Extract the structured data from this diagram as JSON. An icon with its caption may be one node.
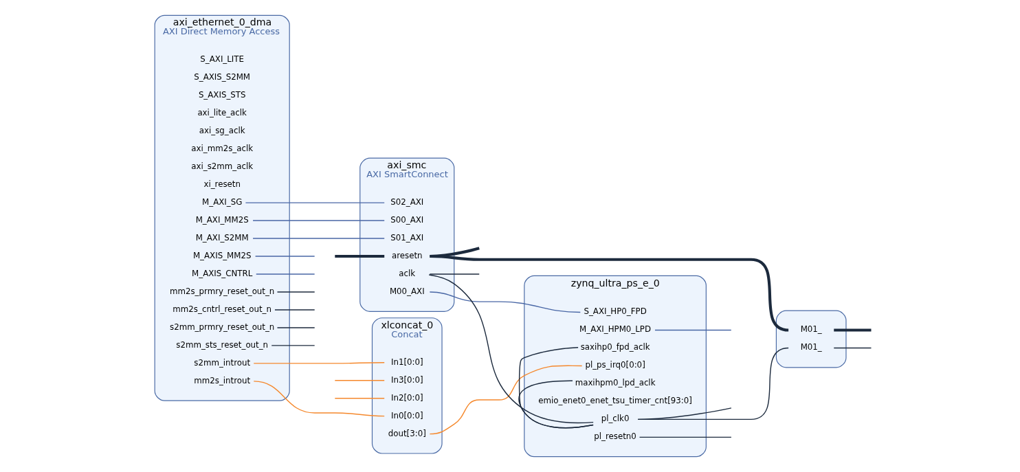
{
  "diagram": {
    "nodes": [
      {
        "text": [
          "xlconcat_0",
          "Concat"
        ]
      },
      {
        "text": [
          "In0[0:0]"
        ],
        "in": 0
      },
      {
        "text": [
          "In1[0:0]"
        ],
        "in": 0
      },
      {
        "text": [
          "In2[0:0]"
        ],
        "in": 0
      },
      {
        "text": [
          "In3[0:0]"
        ],
        "in": 0
      },
      {
        "text": [
          "dout[3:0]"
        ],
        "in": 0
      },
      {
        "text": [],
        "shape": "box"
      },
      {
        "text": [
          "M01_"
        ],
        "in": 6
      },
      {
        "text": [
          "M01_"
        ],
        "in": 6
      },
      {
        "text": [
          "axi_smc",
          "AXI SmartConnect"
        ]
      },
      {
        "text": [
          "S00_AXI"
        ],
        "in": 9
      },
      {
        "text": [
          "S01_AXI"
        ],
        "in": 9
      },
      {
        "text": [
          "S02_AXI"
        ],
        "in": 9
      },
      {
        "text": [
          "aclk"
        ],
        "in": 9
      },
      {
        "text": [
          "aresetn"
        ],
        "in": 9
      },
      {
        "text": [
          "M00_AXI"
        ],
        "in": 9
      },
      {
        "text": [
          "zynq_ultra_ps_e_0"
        ]
      },
      {
        "text": [
          "S_AXI_HP0_FPD"
        ],
        "in": 16
      },
      {
        "text": [
          "maxihpm0_lpd_aclk"
        ],
        "in": 16
      },
      {
        "text": [
          "saxihp0_fpd_aclk"
        ],
        "in": 16
      },
      {
        "text": [
          "pl_ps_irq0[0:0]"
        ],
        "in": 16
      },
      {
        "text": [
          "M_AXI_HPM0_LPD"
        ],
        "in": 16
      },
      {
        "text": [
          "emio_enet0_enet_tsu_timer_cnt[93:0]"
        ],
        "in": 16
      },
      {
        "text": [
          "pl_resetn0"
        ],
        "in": 16
      },
      {
        "text": [
          "pl_clk0"
        ],
        "in": 16
      },
      {
        "text": [
          "axi_ethernet_0_dma",
          "AXI Direct Memory Access"
        ]
      },
      {
        "text": [
          "S_AXI_LITE"
        ],
        "in": 25
      },
      {
        "text": [
          "S_AXIS_S2MM"
        ],
        "in": 25
      },
      {
        "text": [
          "S_AXIS_STS"
        ],
        "in": 25
      },
      {
        "text": [
          "axi_lite_aclk"
        ],
        "in": 25
      },
      {
        "text": [
          "axi_sg_aclk"
        ],
        "in": 25
      },
      {
        "text": [
          "axi_mm2s_aclk"
        ],
        "in": 25
      },
      {
        "text": [
          "axi_s2mm_aclk"
        ],
        "in": 25
      },
      {
        "text": [
          "xi_resetn"
        ],
        "in": 25
      },
      {
        "text": [
          "M_AXI_SG"
        ],
        "in": 25
      },
      {
        "text": [
          "M_AXI_MM2S"
        ],
        "in": 25
      },
      {
        "text": [
          "M_AXI_S2MM"
        ],
        "in": 25
      },
      {
        "text": [
          "M_AXIS_MM2S"
        ],
        "in": 25
      },
      {
        "text": [
          "M_AXIS_CNTRL"
        ],
        "in": 25
      },
      {
        "text": [
          "mm2s_prmry_reset_out_n"
        ],
        "in": 25
      },
      {
        "text": [
          "mm2s_cntrl_reset_out_n"
        ],
        "in": 25
      },
      {
        "text": [
          "s2mm_prmry_reset_out_n"
        ],
        "in": 25
      },
      {
        "text": [
          "s2mm_sts_reset_out_n"
        ],
        "in": 25
      },
      {
        "text": [
          "mm2s_introut"
        ],
        "in": 25
      },
      {
        "text": [
          "s2mm_introut"
        ],
        "in": 25
      }
    ],
    "edges": [
      {
        "from": 43,
        "to": 1,
        "arrow": "none",
        "color": "#f5882c"
      },
      {
        "from": 44,
        "to": 2,
        "arrow": "none",
        "color": "#f5882c"
      },
      {
        "from": null,
        "to": 3,
        "arrow": "none",
        "color": "#f5882c"
      },
      {
        "from": null,
        "to": 4,
        "arrow": "none",
        "color": "#f5882c"
      },
      {
        "from": 5,
        "to": 20,
        "arrow": "none",
        "color": "#f5882c"
      },
      {
        "from": 34,
        "to": 12,
        "arrow": "none",
        "color": "#4866a5"
      },
      {
        "from": 35,
        "to": 10,
        "arrow": "none",
        "color": "#4866a5"
      },
      {
        "from": 36,
        "to": 11,
        "arrow": "none",
        "color": "#4866a5"
      },
      {
        "from": 15,
        "to": 17,
        "arrow": "none",
        "color": "#4866a5"
      },
      {
        "from": 21,
        "to": null,
        "arrow": "none",
        "color": "#4866a5"
      },
      {
        "from": 37,
        "to": null,
        "arrow": "none",
        "color": "#4866a5"
      },
      {
        "from": 38,
        "to": null,
        "arrow": "none",
        "color": "#4866a5"
      },
      {
        "from": 39,
        "to": null,
        "arrow": "none"
      },
      {
        "from": 40,
        "to": null,
        "arrow": "none"
      },
      {
        "from": 41,
        "to": null,
        "arrow": "none"
      },
      {
        "from": 42,
        "to": null,
        "arrow": "none"
      },
      {
        "from": 23,
        "to": null,
        "arrow": "none"
      },
      {
        "from": 24,
        "to": 18,
        "arrow": "none"
      },
      {
        "from": 24,
        "to": 19,
        "arrow": "none"
      },
      {
        "from": 24,
        "to": 13,
        "arrow": "none"
      },
      {
        "from": 24,
        "to": 7,
        "arrow": "none"
      },
      {
        "from": 24,
        "to": null,
        "arrow": "none"
      },
      {
        "from": 13,
        "to": null,
        "arrow": "none"
      },
      {
        "from": 7,
        "to": null,
        "arrow": "none"
      },
      {
        "from": 14,
        "to": 8,
        "arrow": "none",
        "style": "thick"
      },
      {
        "from": null,
        "to": 14,
        "arrow": "none",
        "style": "thick"
      },
      {
        "from": 14,
        "to": null,
        "arrow": "none",
        "style": "thick"
      },
      {
        "from": 8,
        "to": null,
        "arrow": "none",
        "style": "thick"
      }
    ]
  }
}
